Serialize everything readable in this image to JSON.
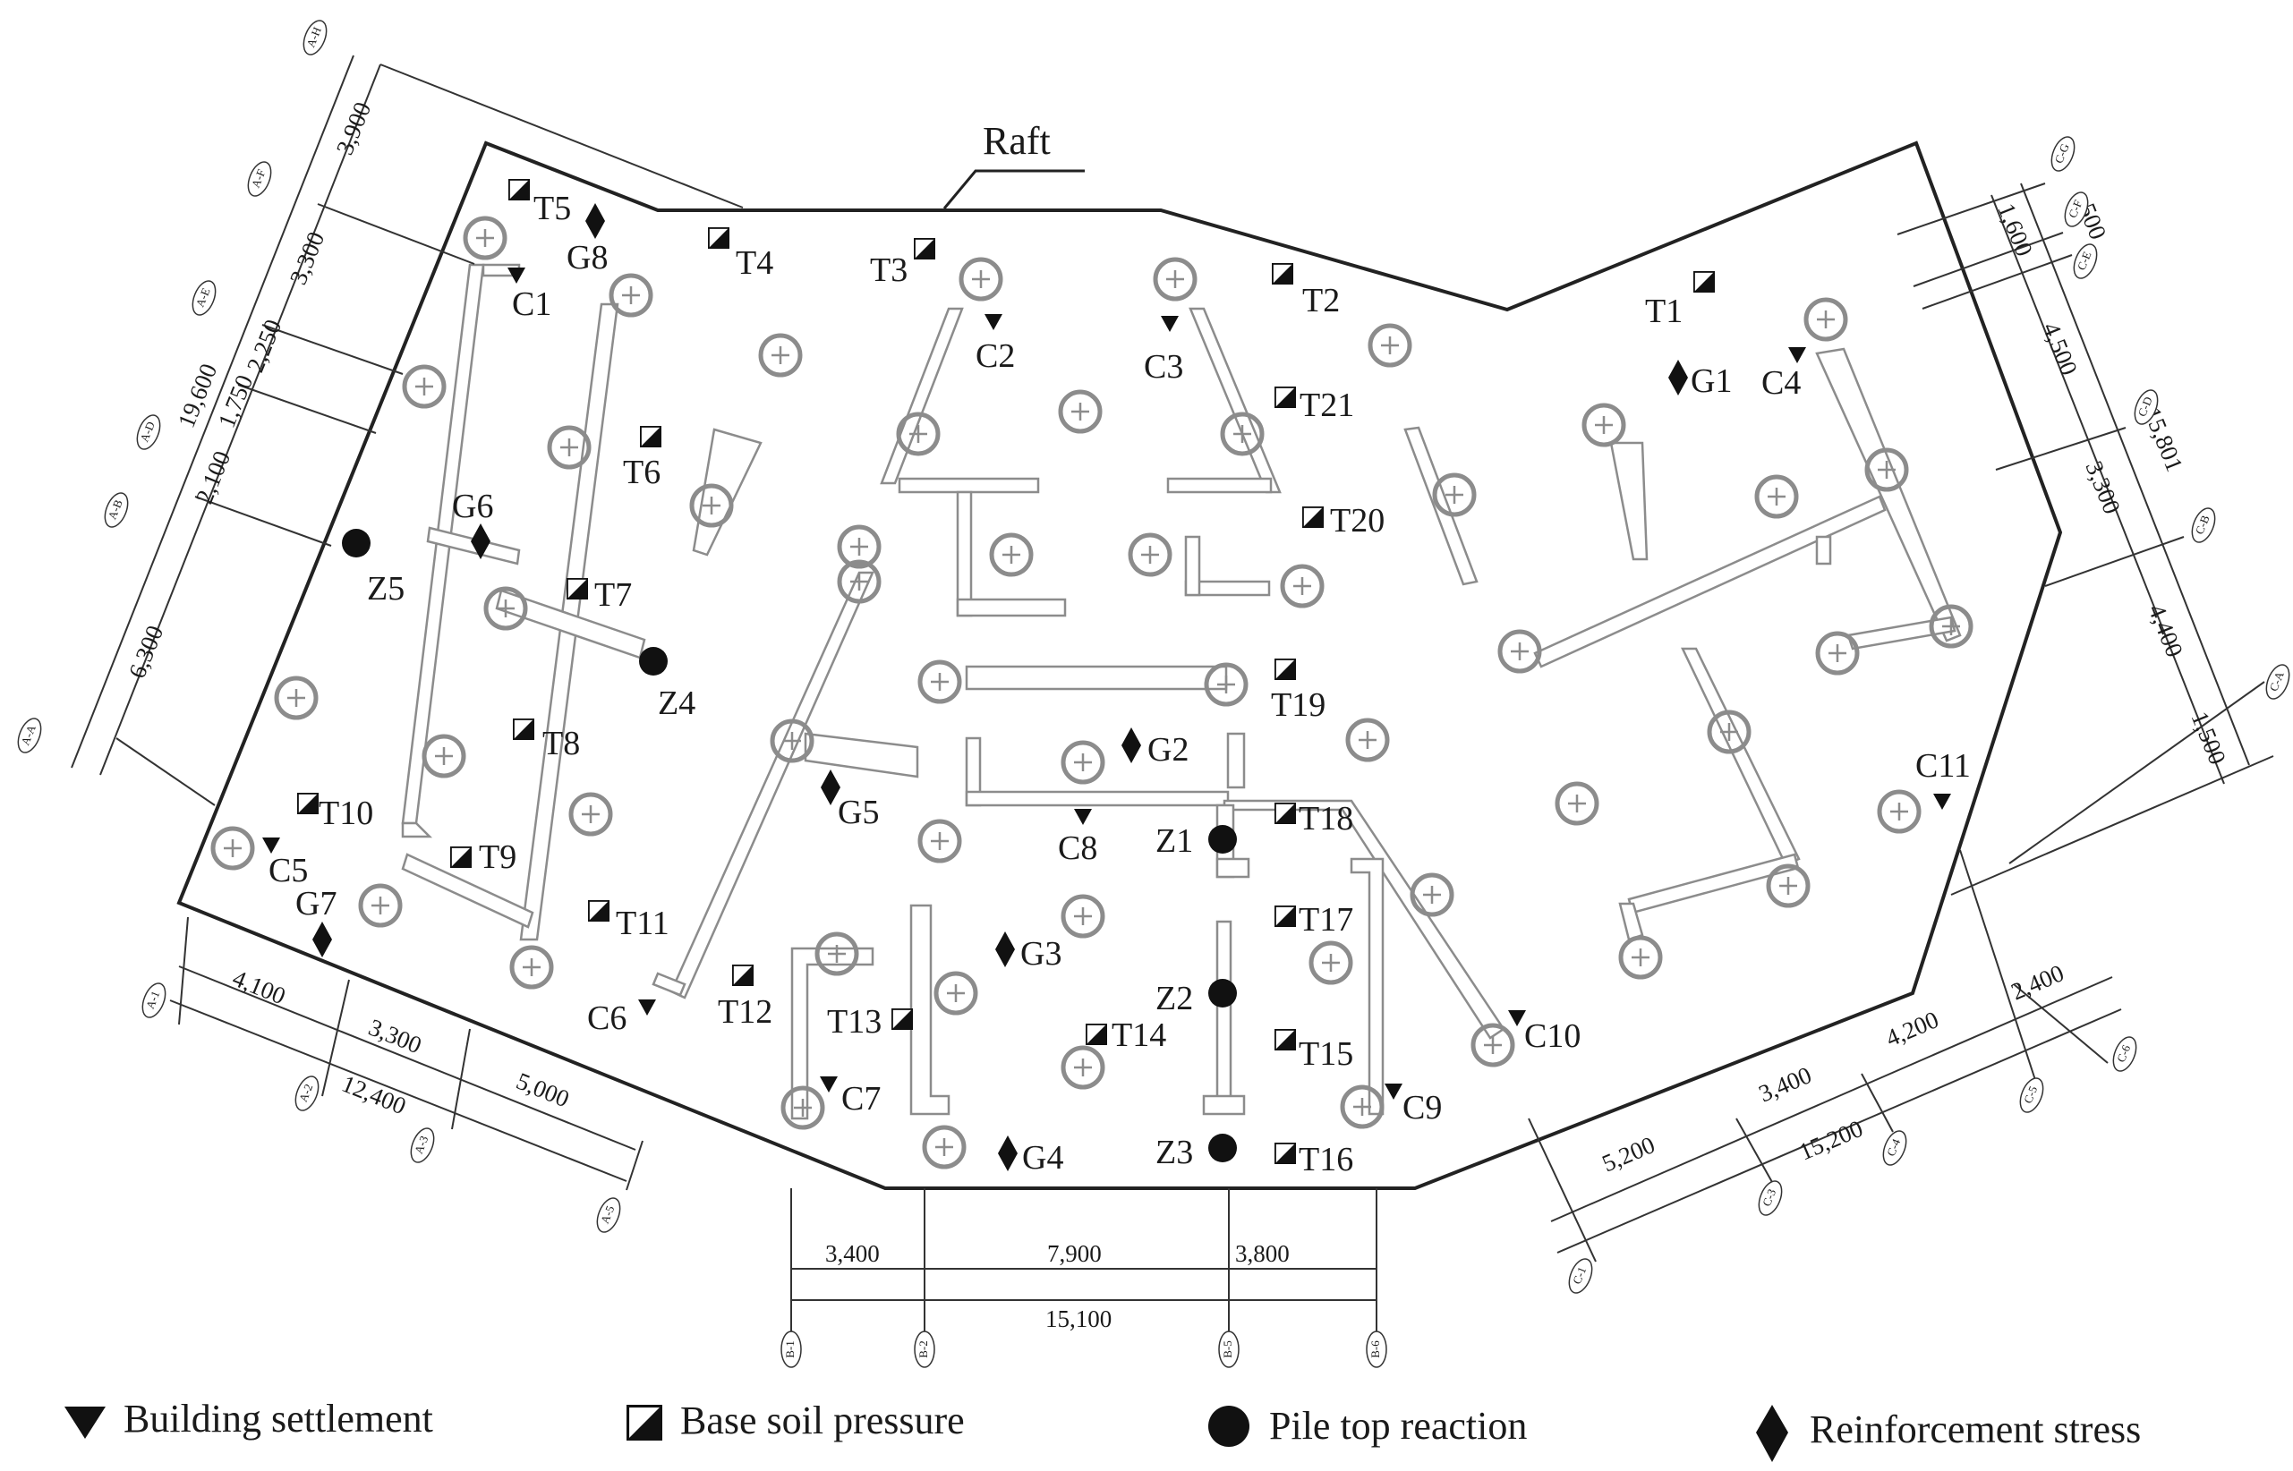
{
  "raft_label": "Raft",
  "legend": [
    {
      "symbol": "triangle-down",
      "label": "Building settlement"
    },
    {
      "symbol": "half-square",
      "label": "Base soil pressure"
    },
    {
      "symbol": "circle",
      "label": "Pile top reaction"
    },
    {
      "symbol": "diamond",
      "label": "Reinforcement stress"
    }
  ],
  "settlement_points": [
    "C1",
    "C2",
    "C3",
    "C4",
    "C5",
    "C6",
    "C7",
    "C8",
    "C9",
    "C10",
    "C11"
  ],
  "soil_pressure_points": [
    "T1",
    "T2",
    "T3",
    "T4",
    "T5",
    "T6",
    "T7",
    "T8",
    "T9",
    "T10",
    "T11",
    "T12",
    "T13",
    "T14",
    "T15",
    "T16",
    "T17",
    "T18",
    "T19",
    "T20",
    "T21"
  ],
  "pile_reaction_points": [
    "Z1",
    "Z2",
    "Z3",
    "Z4",
    "Z5"
  ],
  "rebar_stress_points": [
    "G1",
    "G2",
    "G3",
    "G4",
    "G5",
    "G6",
    "G7",
    "G8"
  ],
  "dimensions": {
    "left_axes": [
      "A-H",
      "A-F",
      "A-E",
      "A-D",
      "A-B",
      "A-A"
    ],
    "left_dims": [
      "3,900",
      "3,300",
      "2,250",
      "1,750",
      "2,100",
      "6,300",
      "19,600"
    ],
    "bottom_left_axes": [
      "A-1",
      "A-2",
      "A-3",
      "A-5"
    ],
    "bottom_left_dims": [
      "4,100",
      "3,300",
      "5,000",
      "12,400"
    ],
    "bottom_axes": [
      "B-1",
      "B-2",
      "B-5",
      "B-6"
    ],
    "bottom_dims": [
      "3,400",
      "7,900",
      "3,800",
      "15,100"
    ],
    "bottom_right_axes": [
      "C-1",
      "C-3",
      "C-4",
      "C-5",
      "C-6"
    ],
    "bottom_right_dims": [
      "5,200",
      "3,400",
      "4,200",
      "2,400",
      "15,200"
    ],
    "right_axes": [
      "C-G",
      "C-F",
      "C-E",
      "C-D",
      "C-B",
      "C-A"
    ],
    "right_dims": [
      "1,600",
      "500",
      "4,500",
      "3,300",
      "4,400",
      "1,500",
      "15,801"
    ]
  }
}
